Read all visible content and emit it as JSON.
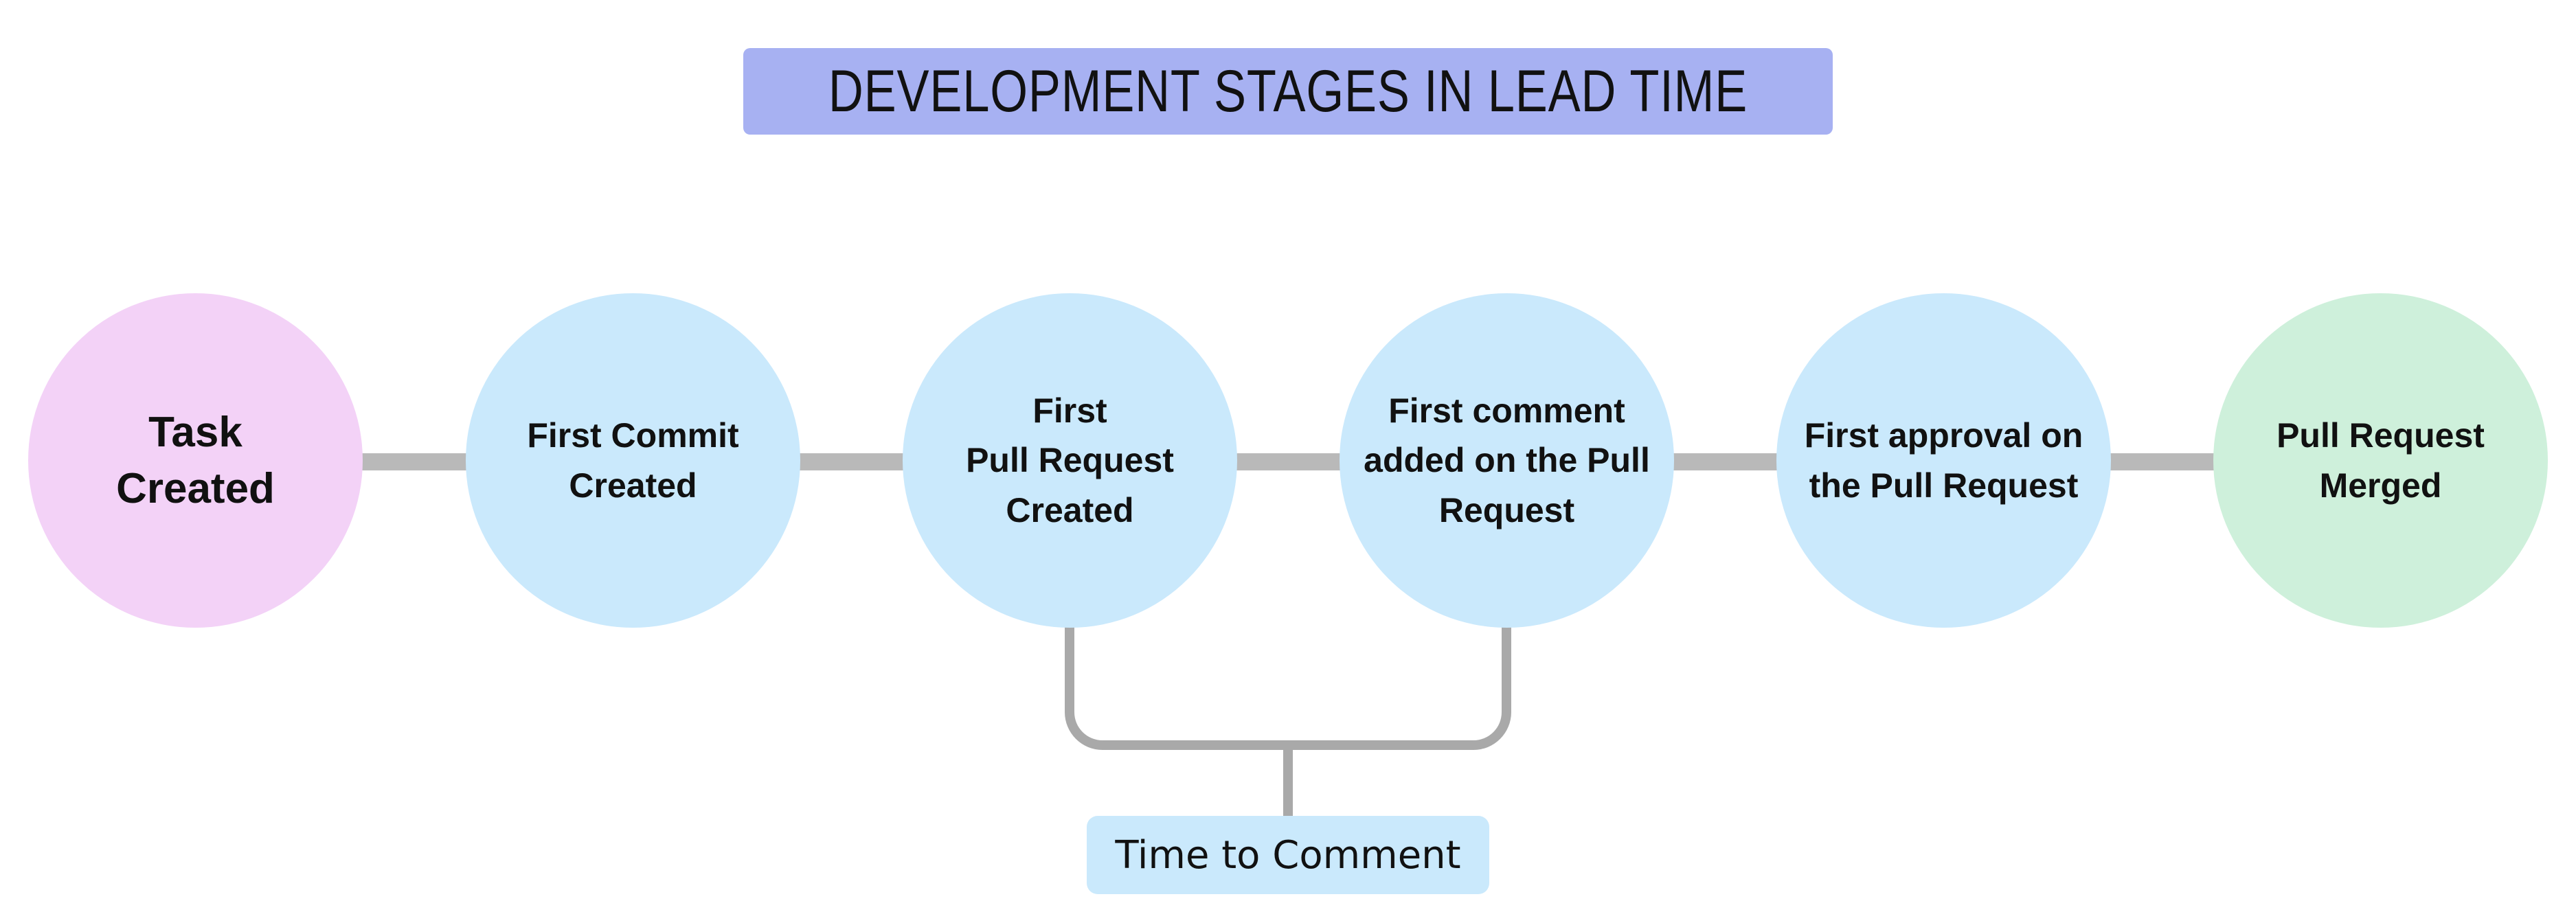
{
  "title": {
    "text": "DEVELOPMENT STAGES IN LEAD TIME",
    "background": "#a7b1f2"
  },
  "stages": [
    {
      "label": "Task\nCreated",
      "color": "#f3d2f7",
      "role": "start"
    },
    {
      "label": "First Commit\nCreated",
      "color": "#cae9fc",
      "role": "middle"
    },
    {
      "label": "First\nPull Request\nCreated",
      "color": "#cae9fc",
      "role": "middle"
    },
    {
      "label": "First comment\nadded on the Pull\nRequest",
      "color": "#cae9fc",
      "role": "middle"
    },
    {
      "label": "First approval on\nthe Pull Request",
      "color": "#cae9fc",
      "role": "middle"
    },
    {
      "label": "Pull Request\nMerged",
      "color": "#cef0db",
      "role": "end"
    }
  ],
  "annotation": {
    "label": "Time to Comment",
    "background": "#cae9fc",
    "connects_stage_indices": [
      2,
      3
    ]
  },
  "palette": {
    "connector_gray": "#b9b9b9",
    "bracket_gray": "#a9a9a9",
    "text_color": "#111111",
    "canvas_background": "#ffffff"
  }
}
